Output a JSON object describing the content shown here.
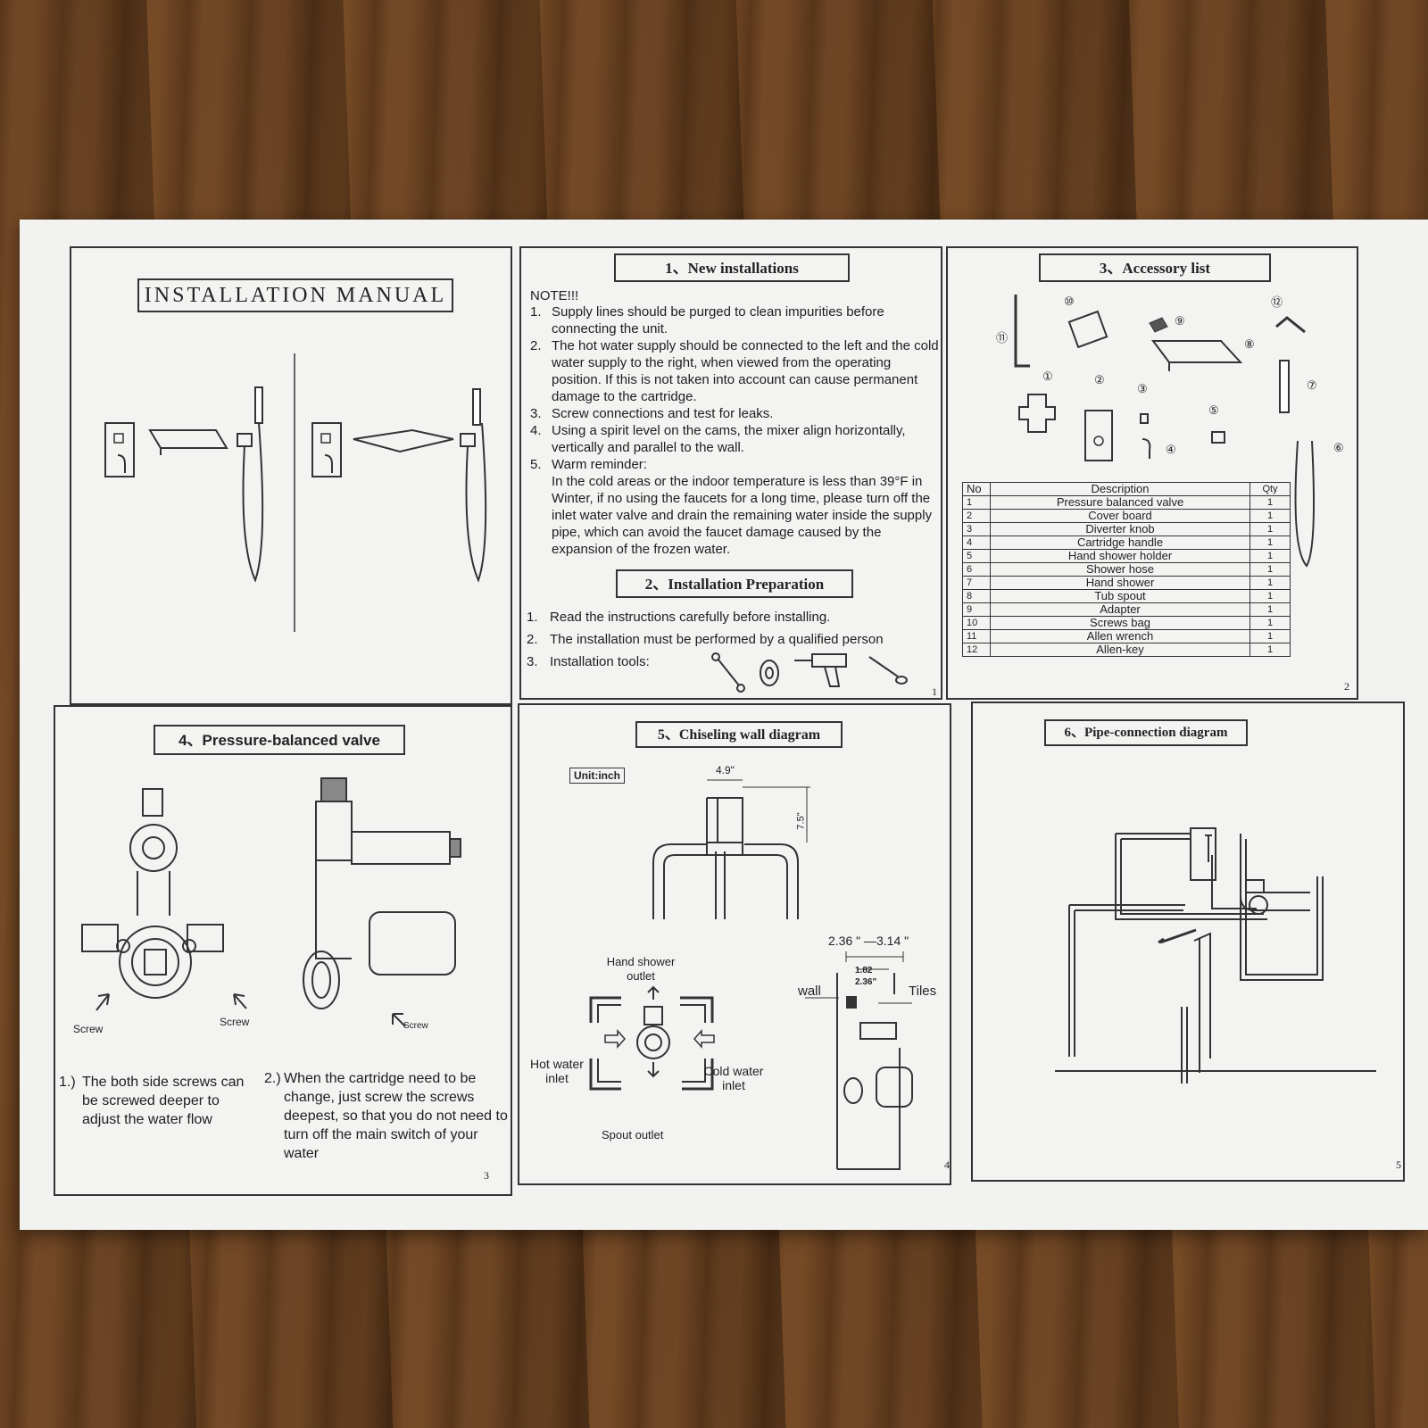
{
  "manual": {
    "title": "INSTALLATION MANUAL"
  },
  "section1": {
    "title": "1、New installations",
    "note_heading": "NOTE!!!",
    "items": [
      {
        "n": "1.",
        "text": "Supply lines should be purged to clean impurities before connecting the unit."
      },
      {
        "n": "2.",
        "text": "The hot water supply should be connected to the left and the cold water supply to the right, when viewed from the operating position. If this is not  taken into account can cause permanent damage to the cartridge."
      },
      {
        "n": "3.",
        "text": "Screw connections and test for leaks."
      },
      {
        "n": "4.",
        "text": "Using a spirit level on the cams, the mixer align horizontally, vertically and parallel to the wall."
      },
      {
        "n": "5.",
        "text": "Warm reminder:"
      }
    ],
    "reminder": "In the cold areas or the indoor temperature is less than 39°F in Winter, if no using the faucets for a long time, please turn off the inlet water valve and drain the remaining water inside the supply pipe, which can avoid the faucet damage caused by the expansion of the frozen water.",
    "page": "1"
  },
  "section2": {
    "title": "2、Installation Preparation",
    "items": [
      {
        "n": "1.",
        "text": "Read the instructions carefully before installing."
      },
      {
        "n": "2.",
        "text": "The installation must be performed by a qualified person"
      },
      {
        "n": "3.",
        "text": "Installation tools:"
      }
    ]
  },
  "section3": {
    "title": "3、Accessory list",
    "headers": {
      "no": "No",
      "desc": "Description",
      "qty": "Qty"
    },
    "rows": [
      {
        "no": "1",
        "desc": "Pressure balanced valve",
        "qty": "1"
      },
      {
        "no": "2",
        "desc": "Cover board",
        "qty": "1"
      },
      {
        "no": "3",
        "desc": "Diverter knob",
        "qty": "1"
      },
      {
        "no": "4",
        "desc": "Cartridge handle",
        "qty": "1"
      },
      {
        "no": "5",
        "desc": "Hand shower holder",
        "qty": "1"
      },
      {
        "no": "6",
        "desc": "Shower hose",
        "qty": "1"
      },
      {
        "no": "7",
        "desc": "Hand shower",
        "qty": "1"
      },
      {
        "no": "8",
        "desc": "Tub spout",
        "qty": "1"
      },
      {
        "no": "9",
        "desc": "Adapter",
        "qty": "1"
      },
      {
        "no": "10",
        "desc": "Screws bag",
        "qty": "1"
      },
      {
        "no": "11",
        "desc": "Allen wrench",
        "qty": "1"
      },
      {
        "no": "12",
        "desc": "Allen-key",
        "qty": "1"
      }
    ],
    "callouts": [
      "①",
      "②",
      "③",
      "④",
      "⑤",
      "⑥",
      "⑦",
      "⑧",
      "⑨",
      "⑩",
      "⑪",
      "⑫"
    ],
    "page": "2"
  },
  "section4": {
    "title": "4、Pressure-balanced valve",
    "screw_label": "Screw",
    "note1_n": "1.)",
    "note1": "The both side screws can be screwed deeper to adjust the water flow",
    "note2_n": "2.)",
    "note2": "When the cartridge need to be change, just screw the screws deepest, so that you do not need to turn off the main switch of your water",
    "page": "3"
  },
  "section5": {
    "title": "5、Chiseling wall diagram",
    "unit": "Unit:inch",
    "dim_width": "4.9\"",
    "dim_height": "7.5\"",
    "dim_depth": "2.36 \" —3.14 \"",
    "dim_inner1": "1.82",
    "dim_inner2": "2.36\"",
    "wall": "wall",
    "tiles": "Tiles",
    "hand_outlet": "Hand shower outlet",
    "hot_inlet": "Hot water inlet",
    "cold_inlet": "Cold water inlet",
    "spout_outlet": "Spout outlet",
    "page": "4"
  },
  "section6": {
    "title": "6、Pipe-connection diagram",
    "page": "5"
  }
}
